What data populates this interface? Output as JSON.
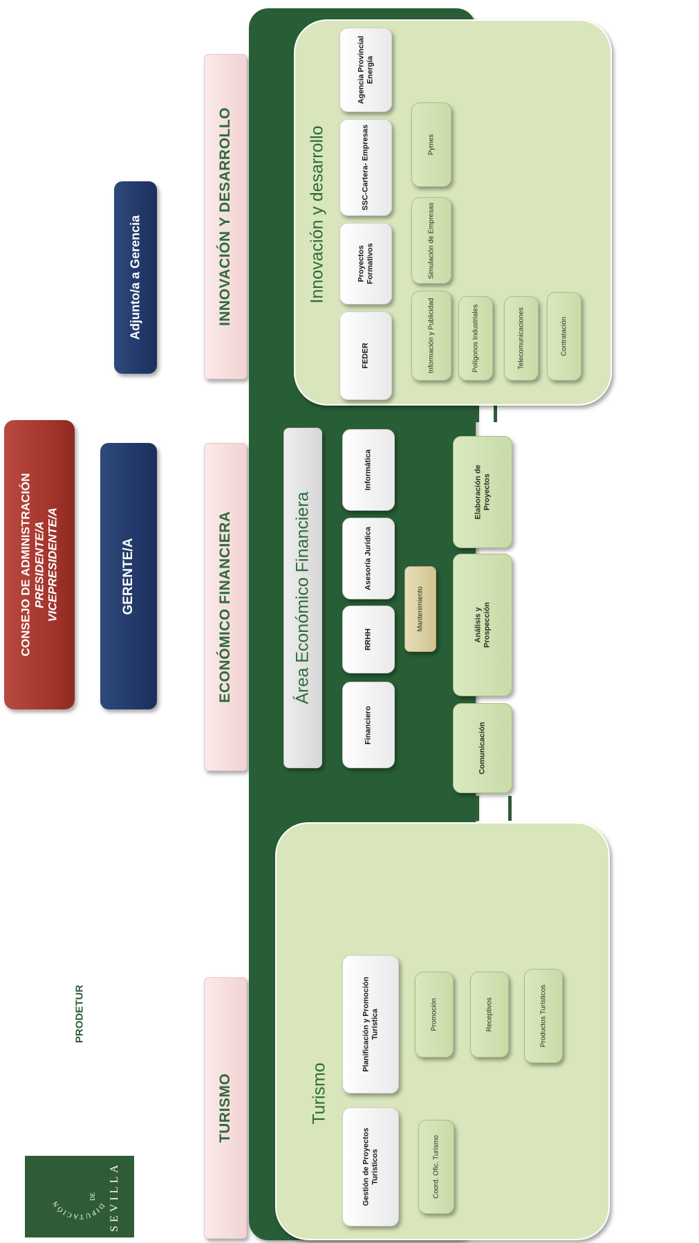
{
  "logo": {
    "line1": "DIPUTACIÓN",
    "line2": "DE",
    "line3": "SEVILLA"
  },
  "brand": "PRODETUR",
  "council": {
    "line1": "CONSEJO DE ADMINISTRACIÓN",
    "line2": "PRESIDENTE/A",
    "line3": "VICEPRESIDENTE/A"
  },
  "manager": "GERENTE/A",
  "adjunct": "Adjunto/a  a Gerencia",
  "divisions": {
    "tourism": "TURISMO",
    "finance": "ECONÓMICO FINANCIERA",
    "innovation": "INNOVACIÓN Y DESARROLLO"
  },
  "tourism_area": {
    "title": "Turismo",
    "units": [
      "Gestión de Proyectos Turísticos",
      "Planificación y Promoción Turística"
    ],
    "subunits": [
      "Coord. Ofic. Turismo",
      "Promoción",
      "Receptivos",
      "Productos Turísticos"
    ]
  },
  "finance_area": {
    "title": "Área Económico Financiera",
    "units": [
      "Financiero",
      "RRHH",
      "Asesoría Jurídica",
      "Informática"
    ],
    "maintenance": "Mantenimiento",
    "shared": [
      "Comunicación",
      "Análisis y Prospección",
      "Elaboración de Proyectos"
    ]
  },
  "innovation_area": {
    "title": "Innovación y desarrollo",
    "units": [
      "FEDER",
      "Proyectos Formativos",
      "SSC-Cartera- Empresas",
      "Agencia Provincial Energía"
    ],
    "subunits": [
      "Información y Publicidad",
      "Simulación de Empresas",
      "Pymes",
      "Polígonos Industriales",
      "Telecomunicaciones",
      "Contratación"
    ]
  },
  "colors": {
    "dark_green": "#285e36",
    "pale_green": "#d9e6bc",
    "council_red": "#a5362d",
    "navy": "#22396a",
    "pink": "#f3d3d3"
  }
}
